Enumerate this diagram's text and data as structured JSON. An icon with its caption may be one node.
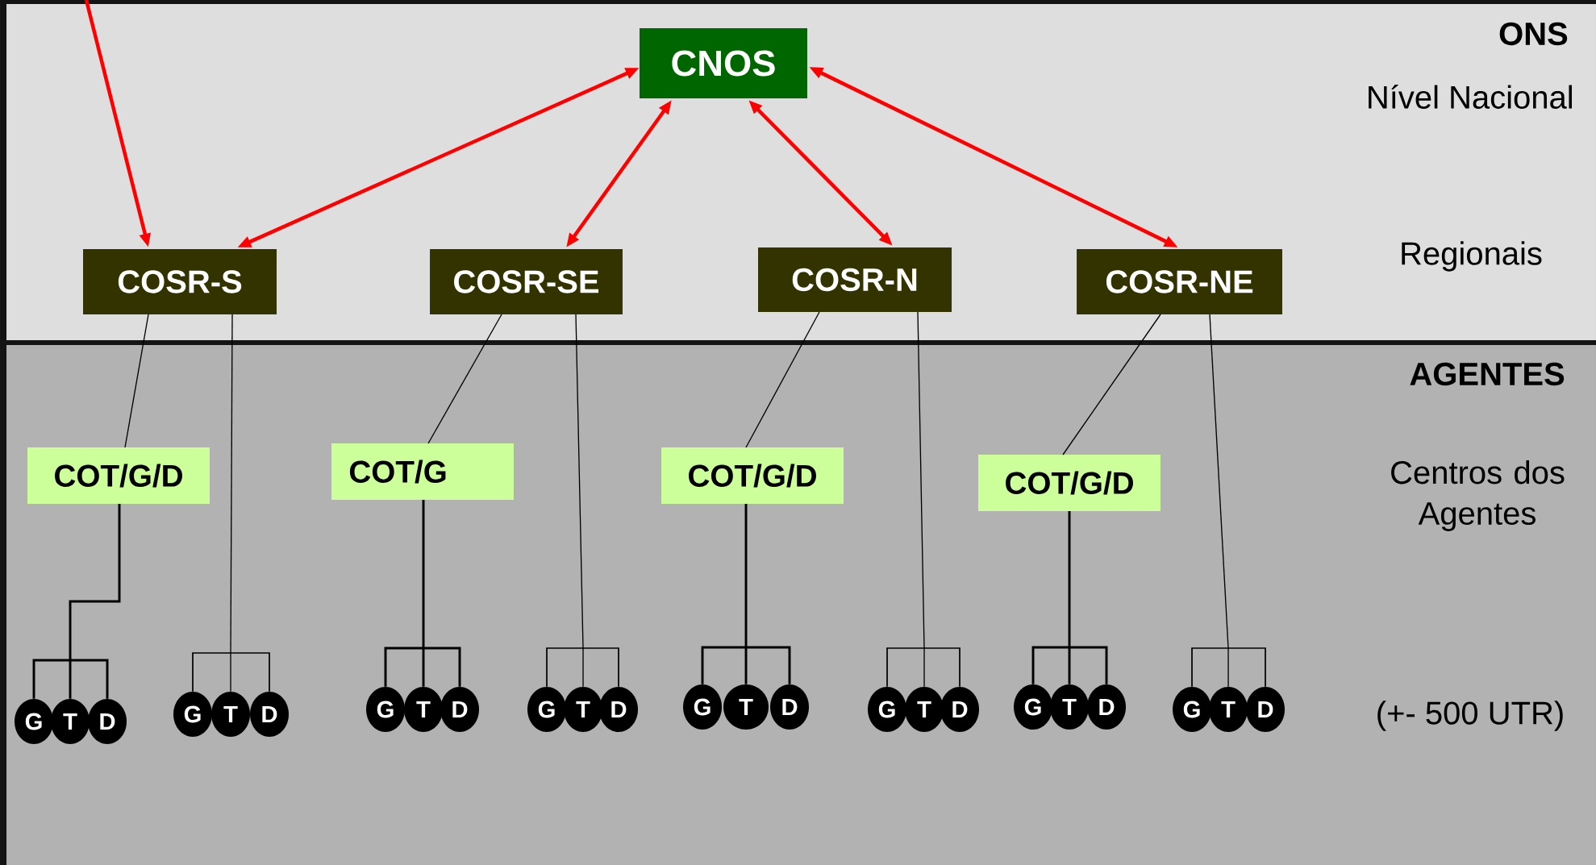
{
  "diagram": {
    "nodes": [
      {
        "text": [
          "CNOS"
        ]
      },
      {
        "text": [
          "COSR-S"
        ]
      },
      {
        "text": [
          "COSR-SE"
        ]
      },
      {
        "text": [
          "COSR-N"
        ]
      },
      {
        "text": [
          "COSR-NE"
        ]
      },
      {
        "text": [
          "COT/G/D"
        ]
      },
      {
        "text": [
          "COT/G"
        ]
      },
      {
        "text": [
          "COT/G/D"
        ]
      },
      {
        "text": [
          "COT/G/D"
        ]
      },
      {
        "text": [
          "G"
        ]
      },
      {
        "text": [
          "T"
        ]
      },
      {
        "text": [
          "D"
        ]
      },
      {
        "text": [
          "G"
        ]
      },
      {
        "text": [
          "T"
        ]
      },
      {
        "text": [
          "D"
        ]
      },
      {
        "text": [
          "G"
        ]
      },
      {
        "text": [
          "T"
        ]
      },
      {
        "text": [
          "D"
        ]
      },
      {
        "text": [
          "G"
        ]
      },
      {
        "text": [
          "T"
        ]
      },
      {
        "text": [
          "D"
        ]
      },
      {
        "text": [
          "G"
        ]
      },
      {
        "text": [
          "T"
        ]
      },
      {
        "text": [
          "D"
        ]
      },
      {
        "text": [
          "G"
        ]
      },
      {
        "text": [
          "T"
        ]
      },
      {
        "text": [
          "D"
        ]
      },
      {
        "text": [
          "G"
        ]
      },
      {
        "text": [
          "T"
        ]
      },
      {
        "text": [
          "D"
        ]
      },
      {
        "text": [
          "G"
        ]
      },
      {
        "text": [
          "T"
        ]
      },
      {
        "text": [
          "D"
        ]
      }
    ],
    "edges": [
      {
        "from": null,
        "to": 1,
        "arrow": "to",
        "color": "#ff0000"
      },
      {
        "from": 0,
        "to": 1,
        "arrow": "both",
        "color": "#ff0000"
      },
      {
        "from": 0,
        "to": 2,
        "arrow": "both",
        "color": "#ff0000"
      },
      {
        "from": 0,
        "to": 3,
        "arrow": "both",
        "color": "#ff0000"
      },
      {
        "from": 0,
        "to": 4,
        "arrow": "both",
        "color": "#ff0000"
      },
      {
        "from": 1,
        "to": 5,
        "arrow": "none"
      },
      {
        "from": 2,
        "to": 6,
        "arrow": "none"
      },
      {
        "from": 3,
        "to": 7,
        "arrow": "none"
      },
      {
        "from": 4,
        "to": 8,
        "arrow": "none"
      },
      {
        "from": 5,
        "to": 9,
        "arrow": "none"
      },
      {
        "from": 5,
        "to": 10,
        "arrow": "none"
      },
      {
        "from": 5,
        "to": 11,
        "arrow": "none"
      },
      {
        "from": 1,
        "to": 12,
        "arrow": "none"
      },
      {
        "from": 1,
        "to": 13,
        "arrow": "none"
      },
      {
        "from": 1,
        "to": 14,
        "arrow": "none"
      },
      {
        "from": 6,
        "to": 15,
        "arrow": "none"
      },
      {
        "from": 6,
        "to": 16,
        "arrow": "none"
      },
      {
        "from": 6,
        "to": 17,
        "arrow": "none"
      },
      {
        "from": 2,
        "to": 18,
        "arrow": "none"
      },
      {
        "from": 2,
        "to": 19,
        "arrow": "none"
      },
      {
        "from": 2,
        "to": 20,
        "arrow": "none"
      },
      {
        "from": 7,
        "to": 21,
        "arrow": "none"
      },
      {
        "from": 7,
        "to": 22,
        "arrow": "none"
      },
      {
        "from": 7,
        "to": 23,
        "arrow": "none"
      },
      {
        "from": 3,
        "to": 24,
        "arrow": "none"
      },
      {
        "from": 3,
        "to": 25,
        "arrow": "none"
      },
      {
        "from": 3,
        "to": 26,
        "arrow": "none"
      },
      {
        "from": 8,
        "to": 27,
        "arrow": "none"
      },
      {
        "from": 8,
        "to": 28,
        "arrow": "none"
      },
      {
        "from": 8,
        "to": 29,
        "arrow": "none"
      },
      {
        "from": 4,
        "to": 30,
        "arrow": "none"
      },
      {
        "from": 4,
        "to": 31,
        "arrow": "none"
      },
      {
        "from": 4,
        "to": 32,
        "arrow": "none"
      }
    ],
    "labels": [
      "ONS",
      "Nível Nacional",
      "Regionais",
      "AGENTES",
      "Centros dos Agentes",
      "(+- 500 UTR)"
    ]
  }
}
